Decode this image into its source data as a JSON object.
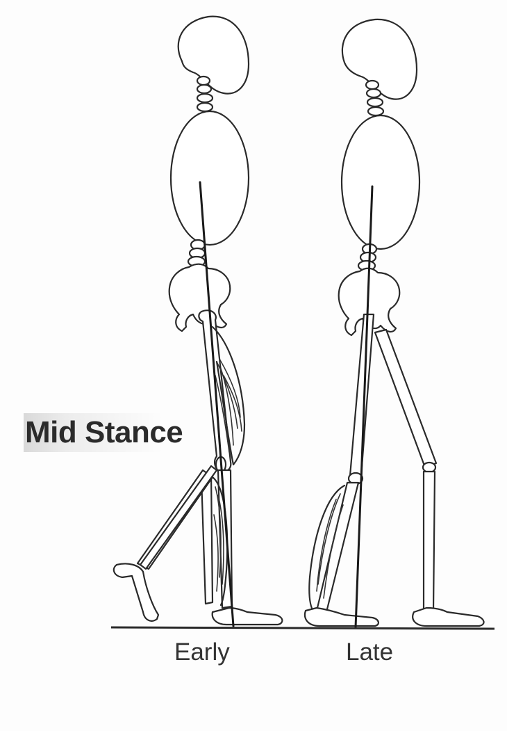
{
  "title": "Mid Stance",
  "phases": [
    {
      "label": "Early"
    },
    {
      "label": "Late"
    }
  ]
}
